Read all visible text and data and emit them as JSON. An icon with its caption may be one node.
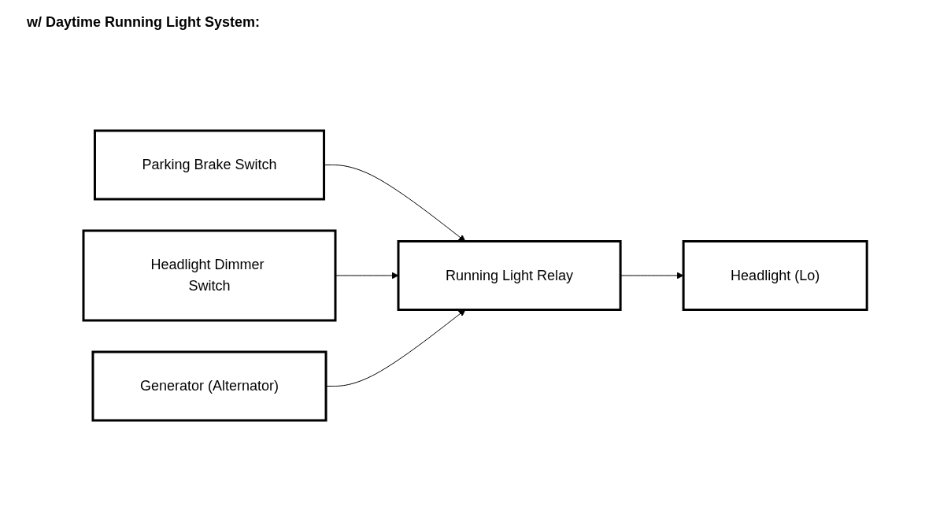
{
  "diagram": {
    "title": "w/ Daytime Running Light System:",
    "nodes": [
      {
        "text": [
          "Headlight Dimmer Switch"
        ]
      },
      {
        "text": [
          "Parking Brake Switch"
        ]
      },
      {
        "text": [
          "Running Light Relay"
        ]
      },
      {
        "text": [
          "Headlight (Lo)"
        ]
      },
      {
        "text": [
          "Generator (Alternator)"
        ]
      }
    ],
    "edges": [
      {
        "from": 1,
        "to": 2,
        "arrow": "to"
      },
      {
        "from": 0,
        "to": 2,
        "arrow": "to"
      },
      {
        "from": 2,
        "to": 3,
        "arrow": "to"
      },
      {
        "from": 4,
        "to": 2,
        "arrow": "to"
      }
    ]
  }
}
